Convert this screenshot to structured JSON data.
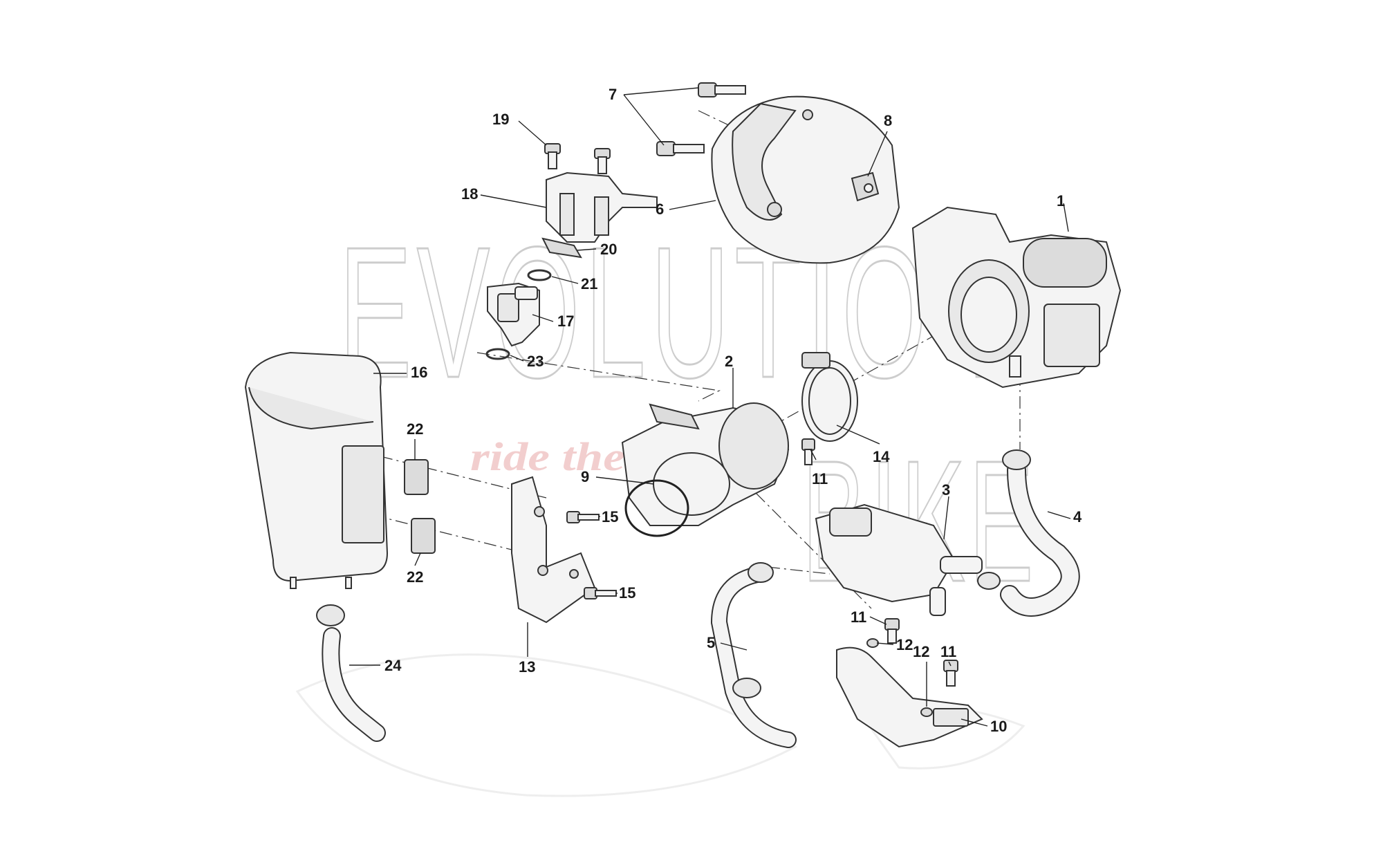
{
  "watermark": {
    "brand_line1": "EVOLUTIO N",
    "brand_line2": "BIKE",
    "tagline": "ride the power"
  },
  "callouts": [
    {
      "id": "c1",
      "label": "1"
    },
    {
      "id": "c2",
      "label": "2"
    },
    {
      "id": "c3",
      "label": "3"
    },
    {
      "id": "c4",
      "label": "4"
    },
    {
      "id": "c5",
      "label": "5"
    },
    {
      "id": "c6",
      "label": "6"
    },
    {
      "id": "c7",
      "label": "7"
    },
    {
      "id": "c8",
      "label": "8"
    },
    {
      "id": "c9",
      "label": "9"
    },
    {
      "id": "c10",
      "label": "10"
    },
    {
      "id": "c11a",
      "label": "11"
    },
    {
      "id": "c11b",
      "label": "11"
    },
    {
      "id": "c11c",
      "label": "11"
    },
    {
      "id": "c12a",
      "label": "12"
    },
    {
      "id": "c12b",
      "label": "12"
    },
    {
      "id": "c13",
      "label": "13"
    },
    {
      "id": "c14",
      "label": "14"
    },
    {
      "id": "c15a",
      "label": "15"
    },
    {
      "id": "c15b",
      "label": "15"
    },
    {
      "id": "c16",
      "label": "16"
    },
    {
      "id": "c17",
      "label": "17"
    },
    {
      "id": "c18",
      "label": "18"
    },
    {
      "id": "c19",
      "label": "19"
    },
    {
      "id": "c20",
      "label": "20"
    },
    {
      "id": "c21",
      "label": "21"
    },
    {
      "id": "c22a",
      "label": "22"
    },
    {
      "id": "c22b",
      "label": "22"
    },
    {
      "id": "c23",
      "label": "23"
    },
    {
      "id": "c24",
      "label": "24"
    }
  ]
}
